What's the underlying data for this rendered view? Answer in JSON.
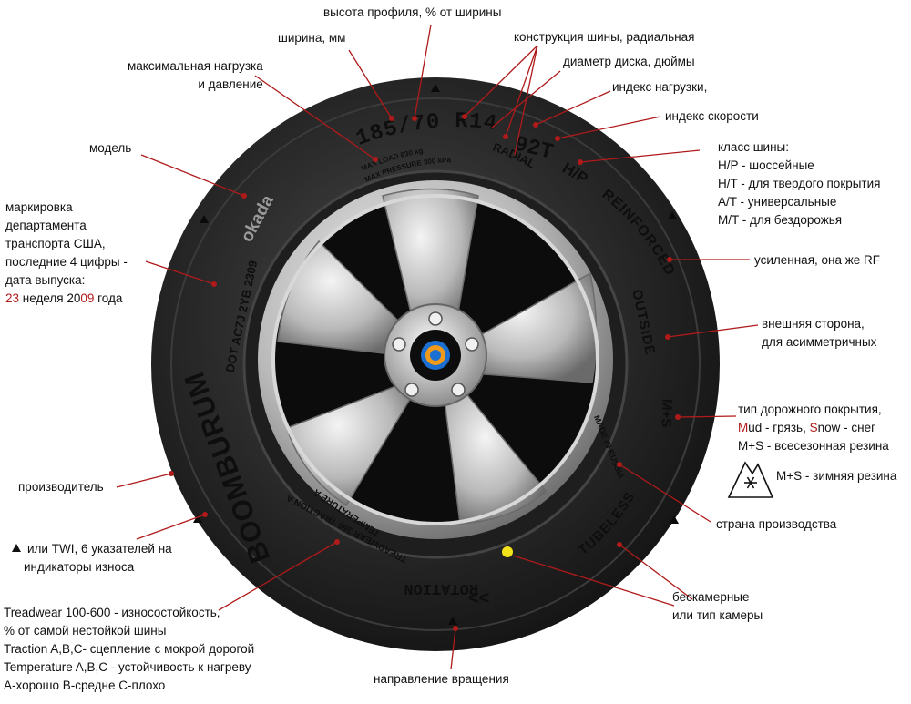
{
  "tire": {
    "size": "185/70 R14",
    "load_speed": "92T",
    "radial": "RADIAL",
    "max_load": "MAX LOAD 630 kg",
    "max_pressure": "MAX PRESSURE 300 kPa",
    "class": "H/P",
    "reinforced": "REINFORCED",
    "outside": "OUTSIDE",
    "ms": "M+S",
    "made_in": "MADE IN RUSSIA",
    "tubeless": "TUBELESS",
    "rotation": "ROTATION",
    "treadwear": "TREADWEAR 360 TRACTION A",
    "temperature": "TEMPERATURE A",
    "brand": "BOOMBURUM",
    "model": "okada",
    "dot": "DOT AC7J 2YB 2309"
  },
  "labels": {
    "profile_height": "высота профиля,  % от ширины",
    "width": "ширина, мм",
    "construction": "конструкция шины, радиальная",
    "rim_diameter": "диаметр диска, дюймы",
    "load_index": "индекс нагрузки,",
    "speed_index": "индекс скорости",
    "max_load_line1": "максимальная нагрузка",
    "max_load_line2": "и давление",
    "model": "модель",
    "dot_lines": [
      "маркировка",
      "департамента",
      "транспорта США,",
      "последние 4 цифры -",
      "дата выпуска:"
    ],
    "dot_week": "23",
    "dot_week_text": " неделя 20",
    "dot_year": "09",
    "dot_year_text": " года",
    "class_title": "класс шины:",
    "class_lines": [
      "H/P - шоссейные",
      "H/T - для твердого покрытия",
      "A/T - универсальные",
      "M/T - для бездорожья"
    ],
    "reinforced": "усиленная, она же RF",
    "outside_line1": "внешняя сторона,",
    "outside_line2": "для асимметричных",
    "road_line1": "тип дорожного покрытия,",
    "road_mud_letter": "M",
    "road_mud_text": "ud - грязь, ",
    "road_snow_letter": "S",
    "road_snow_text": "now - снег",
    "road_line3": "M+S - всесезонная резина",
    "road_winter": "M+S - зимняя резина",
    "manufacturer": "производитель",
    "country": "страна производства",
    "twi_line1": "или TWI, 6 указателей на",
    "twi_line2": "индикаторы износа",
    "tubeless_line1": "бескамерные",
    "tubeless_line2": "или тип камеры",
    "treadwear_lines": [
      "Treadwear 100-600 - износостойкость,",
      "% от самой нестойкой шины",
      "Traction A,B,C- сцепление с мокрой дорогой",
      "Temperature A,B,C - устойчивость к нагреву",
      "A-хорошо B-средне C-плохо"
    ],
    "rotation": "направление вращения"
  },
  "colors": {
    "leader": "#b01a1a",
    "dot_red": "#b01a1a",
    "tire": "#2a2a2a",
    "yellow": "#f2e21a"
  }
}
